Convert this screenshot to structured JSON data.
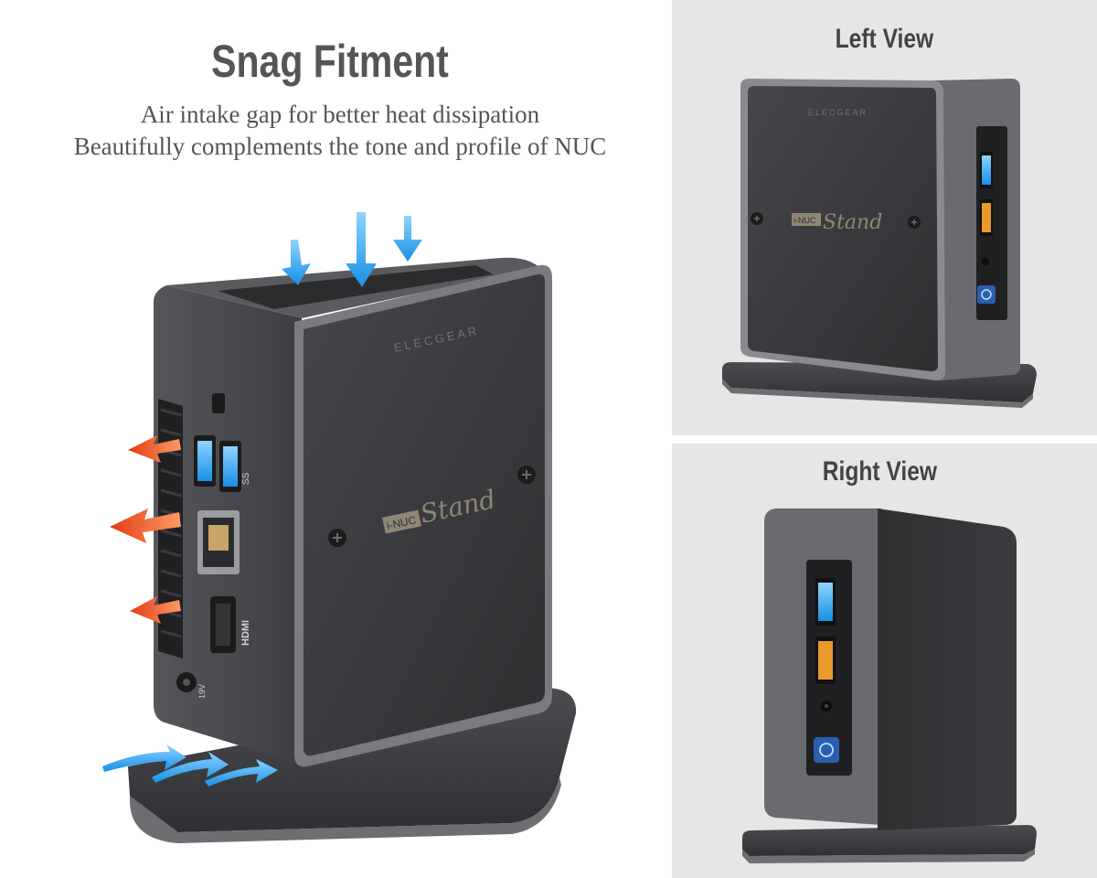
{
  "main": {
    "title": "Snag Fitment",
    "subtitle_line1": "Air intake gap for better heat dissipation",
    "subtitle_line2": "Beautifully complements the tone and profile of NUC"
  },
  "views": {
    "left_label": "Left View",
    "right_label": "Right View"
  },
  "device": {
    "brand": "ELECGEAR",
    "stand_badge": "i-NUC",
    "stand_script": "Stand",
    "port_labels": {
      "usb": "SS",
      "hdmi": "HDMI",
      "power": "19V"
    }
  },
  "colors": {
    "body_dark": "#3a3b3d",
    "frame_gray": "#6b6c70",
    "side_panel_bg": "#e6e6e6",
    "usb_blue": "#2f6fd6",
    "usb_orange": "#e99a2a",
    "airflow_in": "#2aa7ef",
    "airflow_out": "#e9531e"
  },
  "icons": [
    "airflow-arrow-icon",
    "usb-port-icon",
    "ethernet-port-icon",
    "hdmi-port-icon",
    "power-jack-icon",
    "power-button-icon",
    "screw-icon",
    "audio-jack-icon"
  ]
}
